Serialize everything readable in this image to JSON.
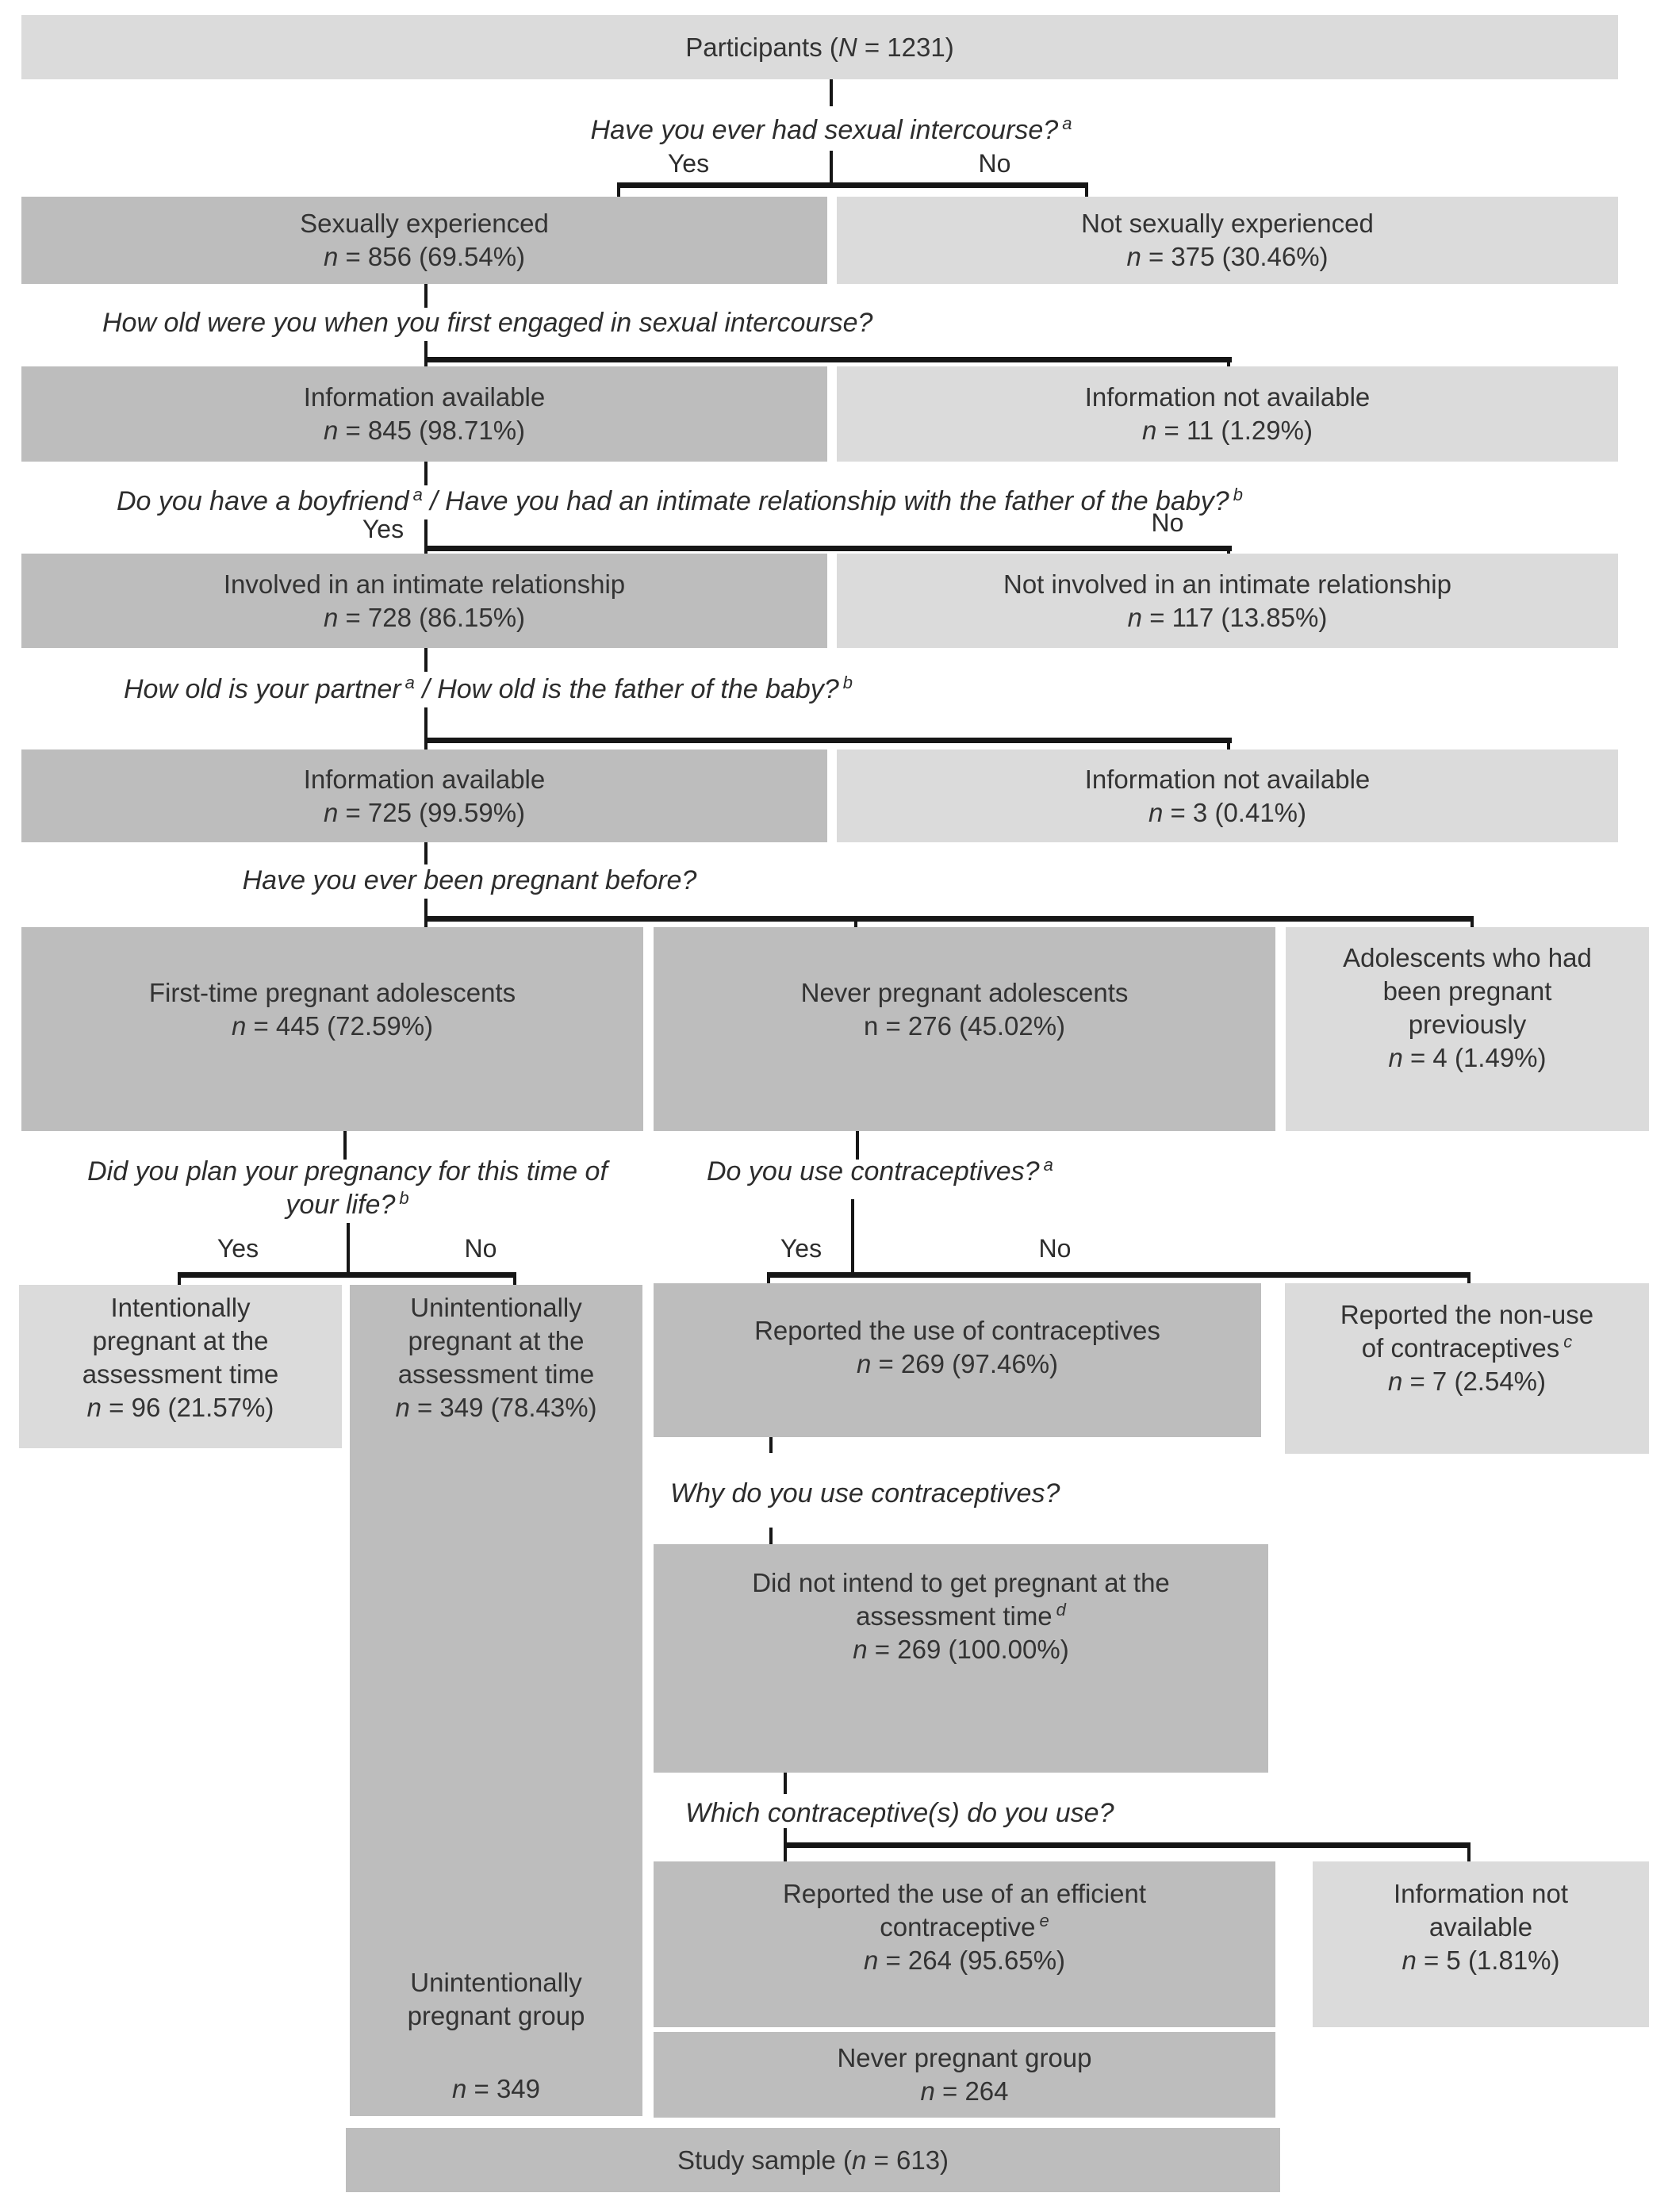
{
  "palette": {
    "box_dark": "#bdbdbd",
    "box_light": "#dbdbdb",
    "line_color": "#161616",
    "text_color": "#333333"
  },
  "root": {
    "pre": "Participants (",
    "n_label": "N",
    "post": " = 1231)"
  },
  "labels": {
    "yes": "Yes",
    "no": "No"
  },
  "questions": {
    "q1": {
      "text": "Have you ever had sexual intercourse?",
      "sup": "a"
    },
    "q2": {
      "text": "How old were you when you first engaged in sexual intercourse?"
    },
    "q3": {
      "part1": "Do you have a boyfriend",
      "sup1": "a",
      "part2": "/ Have you had an intimate relationship with the father of the baby?",
      "sup2": "b"
    },
    "q4": {
      "part1": "How old is your partner",
      "sup1": "a",
      "part2": "/ How old is the father of the baby?",
      "sup2": "b"
    },
    "q5": {
      "text": "Have you ever been pregnant before?"
    },
    "q6a": {
      "line1": "Did you plan your pregnancy for this time of",
      "line2": "your life?",
      "sup": "b"
    },
    "q6b": {
      "text": "Do you use contraceptives?",
      "sup": "a"
    },
    "q7": {
      "text": "Why do you use contraceptives?"
    },
    "q8": {
      "text": "Which contraceptive(s) do you use?"
    }
  },
  "boxes": {
    "sex_exp": {
      "lines": [
        "Sexually experienced"
      ],
      "n_label": "n",
      "n_rest": " = 856 (69.54%)"
    },
    "not_sex_exp": {
      "lines": [
        "Not sexually experienced"
      ],
      "n_label": "n",
      "n_rest": " = 375 (30.46%)"
    },
    "info_avail_1": {
      "lines": [
        "Information available"
      ],
      "n_label": "n",
      "n_rest": " = 845 (98.71%)"
    },
    "info_na_1": {
      "lines": [
        "Information not available"
      ],
      "n_label": "n",
      "n_rest": " = 11 (1.29%)"
    },
    "involved": {
      "lines": [
        "Involved in an intimate relationship"
      ],
      "n_label": "n",
      "n_rest": " = 728 (86.15%)"
    },
    "not_involved": {
      "lines": [
        "Not involved in an intimate relationship"
      ],
      "n_label": "n",
      "n_rest": " = 117 (13.85%)"
    },
    "info_avail_2": {
      "lines": [
        "Information available"
      ],
      "n_label": "n",
      "n_rest": " = 725 (99.59%)"
    },
    "info_na_2": {
      "lines": [
        "Information not available"
      ],
      "n_label": "n",
      "n_rest": " = 3 (0.41%)"
    },
    "first_time": {
      "lines": [
        "First-time pregnant adolescents"
      ],
      "n_label": "n",
      "n_rest": " = 445 (72.59%)"
    },
    "never_preg": {
      "lines": [
        "Never pregnant adolescents"
      ],
      "n_label": "n",
      "n_rest": " = 276 (45.02%)"
    },
    "prev_preg": {
      "lines": [
        "Adolescents who had",
        "been pregnant",
        "previously"
      ],
      "n_label": "n",
      "n_rest": " = 4 (1.49%)"
    },
    "intentional": {
      "lines": [
        "Intentionally",
        "pregnant at the",
        "assessment time"
      ],
      "n_label": "n",
      "n_rest": " = 96 (21.57%)"
    },
    "unintentional": {
      "lines": [
        "Unintentionally",
        "pregnant at the",
        "assessment time"
      ],
      "n_label": "n",
      "n_rest": " = 349 (78.43%)",
      "group_line1": "Unintentionally",
      "group_line2": "pregnant group",
      "group_n_label": "n",
      "group_n_rest": " = 349"
    },
    "use_contra": {
      "lines": [
        "Reported the use of contraceptives"
      ],
      "n_label": "n",
      "n_rest": " = 269 (97.46%)"
    },
    "nonuse_contra": {
      "lines": [
        "Reported the non-use",
        "of contraceptives"
      ],
      "sup": "c",
      "n_label": "n",
      "n_rest": " = 7 (2.54%)"
    },
    "did_not_intend": {
      "lines": [
        "Did not intend to get pregnant at the",
        "assessment time"
      ],
      "sup": "d",
      "n_label": "n",
      "n_rest": " = 269 (100.00%)"
    },
    "efficient": {
      "lines": [
        "Reported the use of an efficient",
        "contraceptive"
      ],
      "sup": "e",
      "n_label": "n",
      "n_rest": " = 264 (95.65%)"
    },
    "info_na_3": {
      "lines": [
        "Information not",
        "available"
      ],
      "n_label": "n",
      "n_rest": " = 5 (1.81%)"
    },
    "never_group": {
      "lines": [
        "Never pregnant group"
      ],
      "n_label": "n",
      "n_rest": " = 264"
    },
    "study_sample": {
      "pre": "Study sample (",
      "n_label": "n",
      "post": " = 613)"
    }
  }
}
